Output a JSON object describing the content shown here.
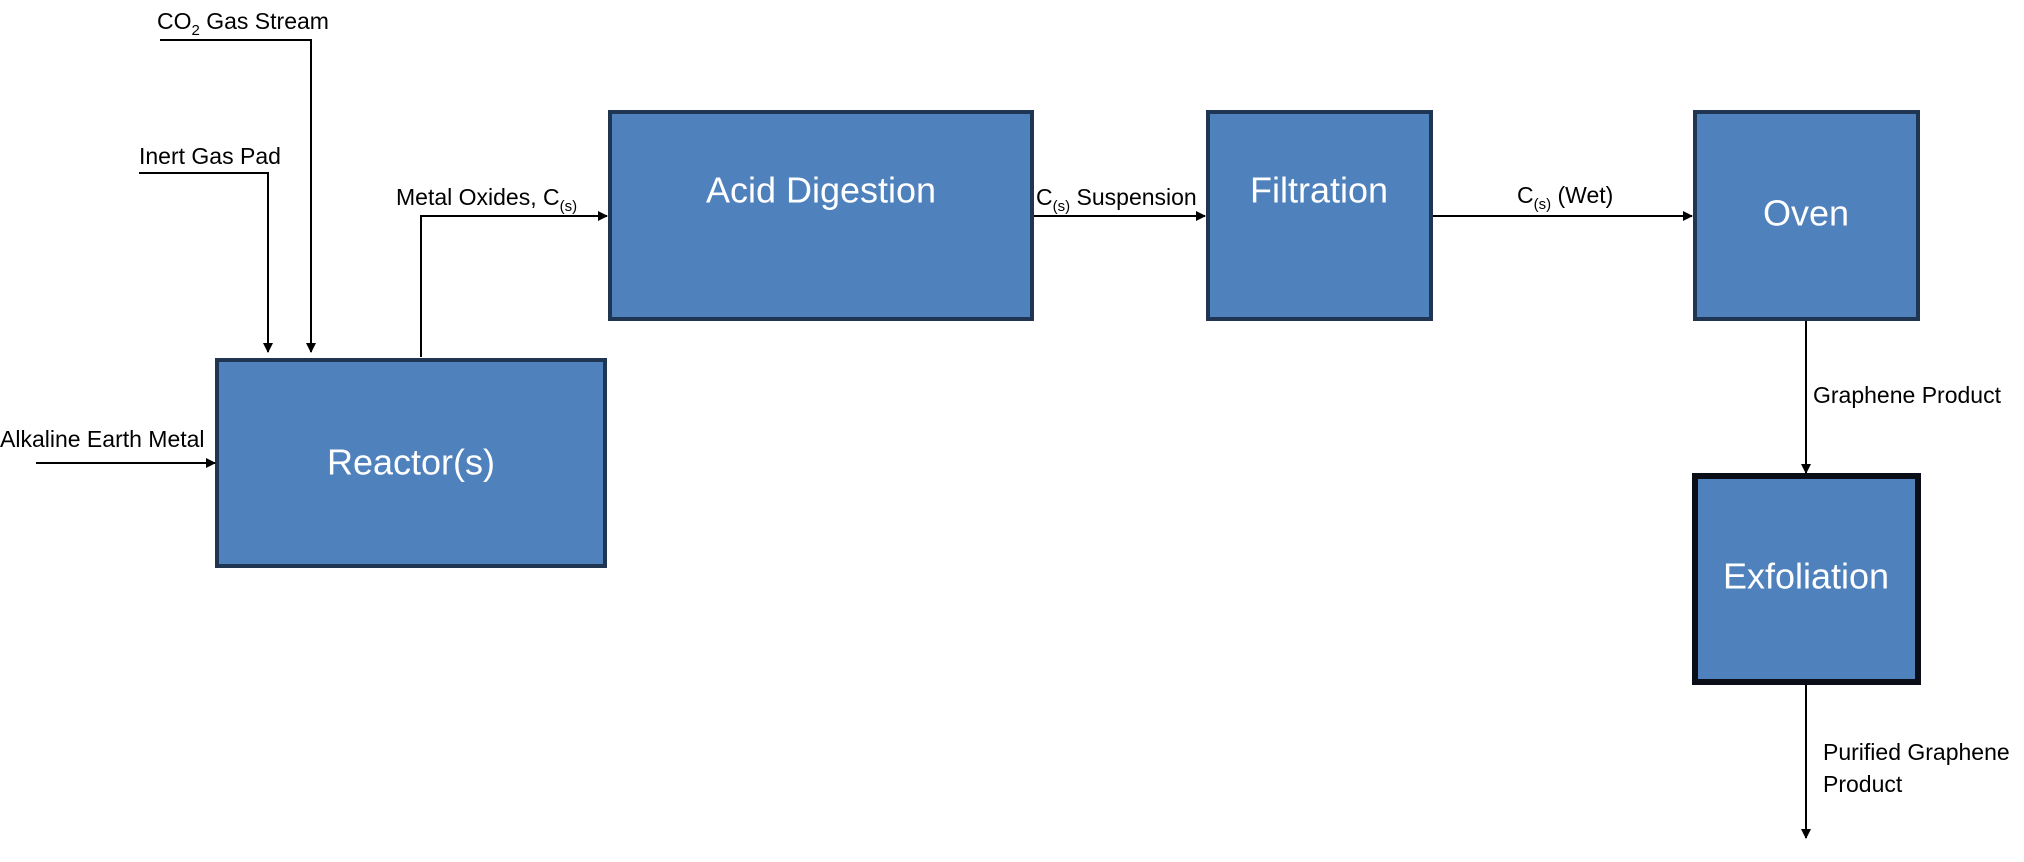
{
  "colors": {
    "box_fill": "#4f81bd",
    "box_border": "#1f3551",
    "line": "#000000",
    "box_text": "#ffffff"
  },
  "boxes": {
    "reactor": "Reactor(s)",
    "acid_digestion": "Acid Digestion",
    "filtration": "Filtration",
    "oven": "Oven",
    "exfoliation": "Exfoliation"
  },
  "inputs": {
    "co2_main": "CO",
    "co2_sub": "2",
    "co2_rest": " Gas Stream",
    "inert_gas": "Inert Gas Pad",
    "alkaline": "Alkaline Earth Metal"
  },
  "streams": {
    "metal_oxides_main": "Metal Oxides, C",
    "metal_oxides_sub": "(s)",
    "suspension_main": "C",
    "suspension_sub": "(s)",
    "suspension_rest": " Suspension",
    "wet_main": "C",
    "wet_sub": "(s)",
    "wet_rest": " (Wet)",
    "graphene_product": "Graphene Product",
    "purified_line1": "Purified Graphene",
    "purified_line2": "Product"
  }
}
